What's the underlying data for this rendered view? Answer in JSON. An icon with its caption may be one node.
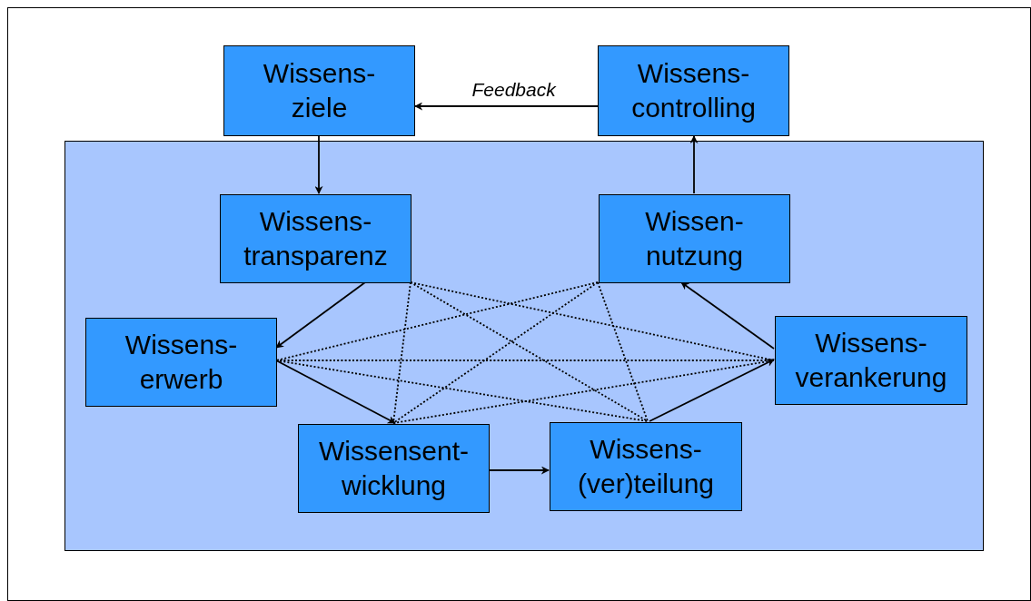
{
  "diagram": {
    "nodes": [
      {
        "text": [
          "Wissens- ziele"
        ]
      },
      {
        "text": [
          "Wissens- controlling"
        ]
      },
      {
        "text": [],
        "shape": "box"
      },
      {
        "text": [
          "Wissens- transparenz"
        ],
        "in": 2
      },
      {
        "text": [
          "Wissen- nutzung"
        ],
        "in": 2
      },
      {
        "text": [
          "Wissens- erwerb"
        ],
        "in": 2
      },
      {
        "text": [
          "Wissensent- wicklung"
        ],
        "in": 2
      },
      {
        "text": [
          "Wissens- (ver)teilung"
        ],
        "in": 2
      },
      {
        "text": [
          "Wissens- verankerung"
        ],
        "in": 2
      }
    ],
    "edges": [
      {
        "from": 1,
        "to": 0,
        "arrow": "to",
        "label": "Feedback"
      },
      {
        "from": 0,
        "to": 3,
        "arrow": "to"
      },
      {
        "from": 4,
        "to": 1,
        "arrow": "to"
      },
      {
        "from": 3,
        "to": 5,
        "arrow": "to"
      },
      {
        "from": 5,
        "to": 6,
        "arrow": "to"
      },
      {
        "from": 6,
        "to": 7,
        "arrow": "to"
      },
      {
        "from": 7,
        "to": 8,
        "arrow": "to"
      },
      {
        "from": 8,
        "to": 4,
        "arrow": "to"
      },
      {
        "from": 3,
        "to": 6,
        "arrow": "none",
        "style": "dashed"
      },
      {
        "from": 3,
        "to": 7,
        "arrow": "none",
        "style": "dashed"
      },
      {
        "from": 3,
        "to": 8,
        "arrow": "none",
        "style": "dashed"
      },
      {
        "from": 4,
        "to": 5,
        "arrow": "none",
        "style": "dashed"
      },
      {
        "from": 4,
        "to": 6,
        "arrow": "none",
        "style": "dashed"
      },
      {
        "from": 4,
        "to": 7,
        "arrow": "none",
        "style": "dashed"
      },
      {
        "from": 5,
        "to": 8,
        "arrow": "none",
        "style": "dashed"
      },
      {
        "from": 5,
        "to": 7,
        "arrow": "none",
        "style": "dashed"
      },
      {
        "from": 6,
        "to": 8,
        "arrow": "none",
        "style": "dashed"
      }
    ]
  }
}
